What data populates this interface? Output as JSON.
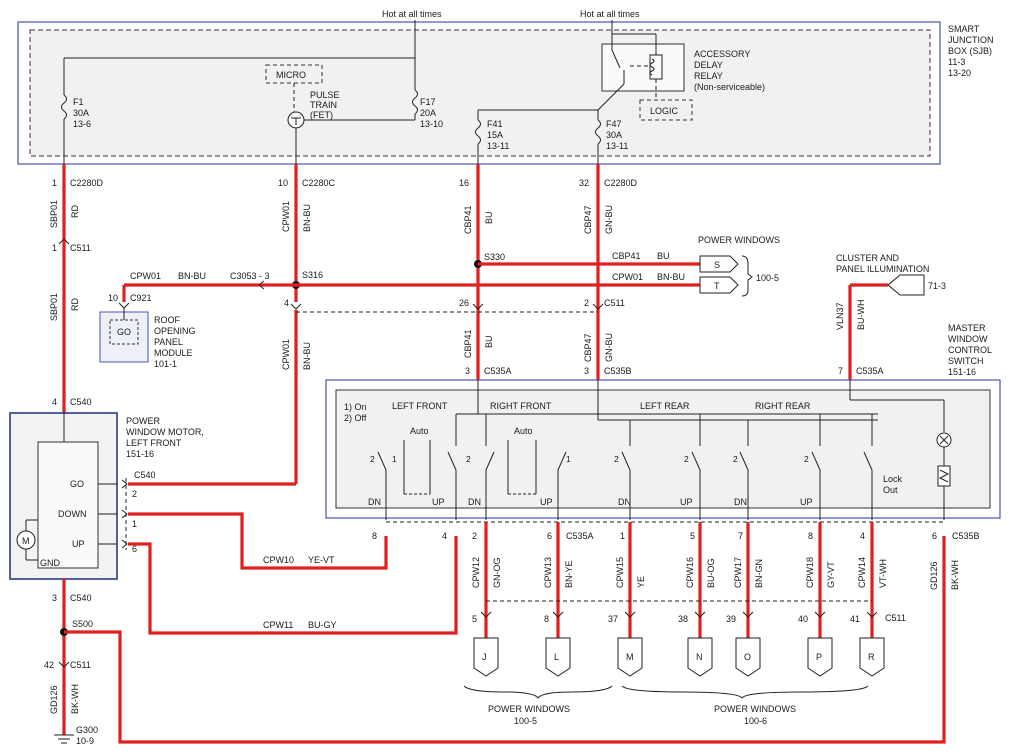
{
  "hot_label": "Hot at all times",
  "sjb": {
    "l1": "SMART",
    "l2": "JUNCTION",
    "l3": "BOX (SJB)",
    "l4": "11-3",
    "l5": "13-20"
  },
  "micro": "MICRO",
  "pulse": {
    "l1": "PULSE",
    "l2": "TRAIN",
    "l3": "(FET)"
  },
  "logic": "LOGIC",
  "relay": {
    "l1": "ACCESSORY",
    "l2": "DELAY",
    "l3": "RELAY",
    "l4": "(Non-serviceable)"
  },
  "fuses": [
    {
      "name": "F1",
      "amp": "30A",
      "ref": "13-6"
    },
    {
      "name": "F17",
      "amp": "20A",
      "ref": "13-10"
    },
    {
      "name": "F41",
      "amp": "15A",
      "ref": "13-11"
    },
    {
      "name": "F47",
      "amp": "30A",
      "ref": "13-11"
    }
  ],
  "pins": {
    "c2280d_1": "1",
    "c2280c_10": "10",
    "c2280d_16": "16",
    "c2280d_32": "32",
    "c511_1": "1",
    "c921_10": "10",
    "c511_4": "4",
    "c511_26": "26",
    "c511_2": "2",
    "c540_4": "4",
    "c535a_3": "3",
    "c535b_3": "3",
    "c535a_7": "7",
    "m_c540_2": "2",
    "m_c540_1": "1",
    "m_c540_6": "6",
    "sw_8": "8",
    "sw_4": "4",
    "sw_2": "2",
    "sw_6": "6",
    "sw_1": "1",
    "sw_5": "5",
    "sw_7": "7",
    "sw_8b": "8",
    "sw_4b": "4",
    "sw_6b": "6",
    "c540_3": "3",
    "c511_42": "42",
    "b5": "5",
    "b8": "8",
    "b37": "37",
    "b38": "38",
    "b39": "39",
    "b40": "40",
    "b41": "41"
  },
  "connectors": {
    "c2280d": "C2280D",
    "c2280c": "C2280C",
    "c511": "C511",
    "c921": "C921",
    "c540": "C540",
    "c535a": "C535A",
    "c535b": "C535B",
    "c3053": "C3053 - 3",
    "s316": "S316",
    "s330": "S330",
    "s500": "S500",
    "g300": "G300",
    "g300_ref": "10-9"
  },
  "wires": {
    "sbp01": "SBP01",
    "rd": "RD",
    "cpw01": "CPW01",
    "bn_bu": "BN-BU",
    "cbp41": "CBP41",
    "bu": "BU",
    "cbp47": "CBP47",
    "gn_bu": "GN-BU",
    "vln37": "VLN37",
    "bu_wh": "BU-WH",
    "cpw10": "CPW10",
    "ye_vt": "YE-VT",
    "cpw11": "CPW11",
    "bu_gy": "BU-GY",
    "gd126": "GD126",
    "bk_wh": "BK-WH"
  },
  "bottom_wires": [
    {
      "circuit": "CPW12",
      "color": "GN-OG"
    },
    {
      "circuit": "CPW13",
      "color": "BN-YE"
    },
    {
      "circuit": "CPW15",
      "color": "YE"
    },
    {
      "circuit": "CPW16",
      "color": "BU-OG"
    },
    {
      "circuit": "CPW17",
      "color": "BN-GN"
    },
    {
      "circuit": "CPW18",
      "color": "GY-VT"
    },
    {
      "circuit": "CPW14",
      "color": "VT-WH"
    }
  ],
  "power_windows_label": "POWER WINDOWS",
  "pw_ref_top": "100-5",
  "pw_ref_b1": "100-5",
  "pw_ref_b2": "100-6",
  "offpage_top": [
    "S",
    "T"
  ],
  "offpage_bottom": [
    "J",
    "L",
    "M",
    "N",
    "O",
    "P",
    "R"
  ],
  "cluster": {
    "l1": "CLUSTER AND",
    "l2": "PANEL ILLUMINATION",
    "ref": "71-3"
  },
  "roof": {
    "gnd": "GO",
    "l1": "ROOF",
    "l2": "OPENING",
    "l3": "PANEL",
    "l4": "MODULE",
    "ref": "101-1"
  },
  "motor": {
    "l1": "POWER",
    "l2": "WINDOW MOTOR,",
    "l3": "LEFT FRONT",
    "ref": "151-16",
    "go": "GO",
    "down": "DOWN",
    "up": "UP",
    "gnd": "GND",
    "m": "M"
  },
  "master": {
    "l1": "MASTER",
    "l2": "WINDOW",
    "l3": "CONTROL",
    "l4": "SWITCH",
    "ref": "151-16"
  },
  "switch": {
    "legend1": "1) On",
    "legend2": "2) Off",
    "lf": "LEFT FRONT",
    "rf": "RIGHT FRONT",
    "lr": "LEFT REAR",
    "rr": "RIGHT REAR",
    "auto": "Auto",
    "dn": "DN",
    "up": "UP",
    "lock1": "Lock",
    "lock2": "Out",
    "one": "1",
    "two": "2"
  }
}
